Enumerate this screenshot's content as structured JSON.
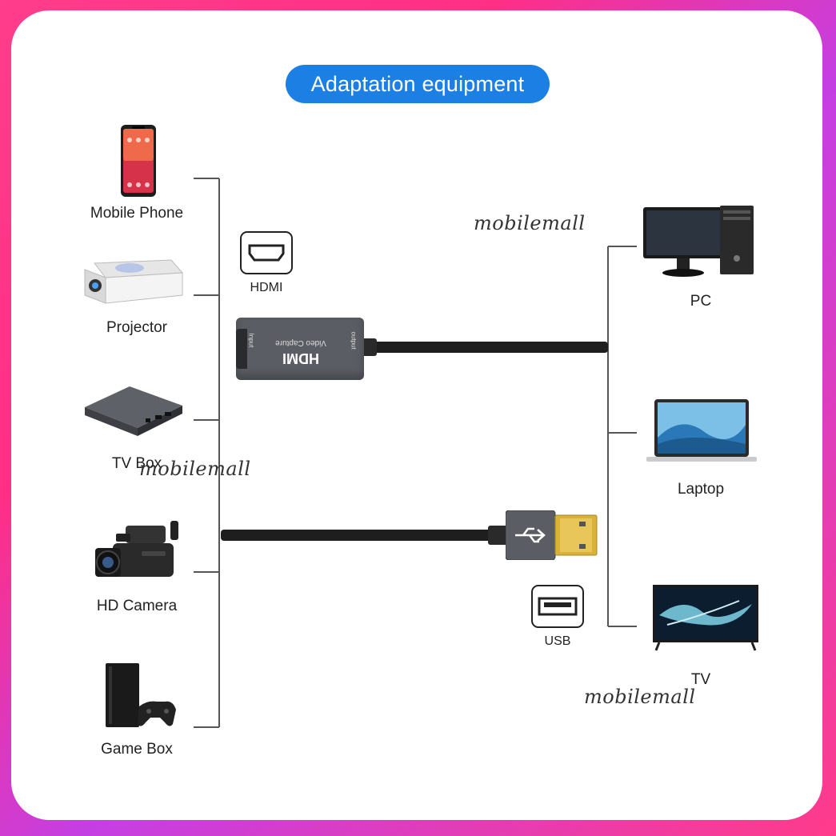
{
  "title": "Adaptation equipment",
  "sources": [
    {
      "label": "Mobile Phone",
      "icon": "mobile-phone-icon"
    },
    {
      "label": "Projector",
      "icon": "projector-icon"
    },
    {
      "label": "TV Box",
      "icon": "tv-box-icon"
    },
    {
      "label": "HD Camera",
      "icon": "camera-icon"
    },
    {
      "label": "Game Box",
      "icon": "game-console-icon"
    }
  ],
  "targets": [
    {
      "label": "PC",
      "icon": "desktop-pc-icon"
    },
    {
      "label": "Laptop",
      "icon": "laptop-icon"
    },
    {
      "label": "TV",
      "icon": "tv-icon"
    }
  ],
  "ports": {
    "hdmi": "HDMI",
    "usb": "USB"
  },
  "device": {
    "name": "HDMI",
    "subtitle": "Video Capture",
    "input": "Input",
    "output": "output"
  },
  "watermarks": [
    "mobilemall",
    "mobilemall",
    "mobilemall"
  ],
  "colors": {
    "title_bg": "#1b7fe3",
    "frame": "#ff3d8b",
    "device": "#5a5d63",
    "cable": "#1e1e1e"
  }
}
